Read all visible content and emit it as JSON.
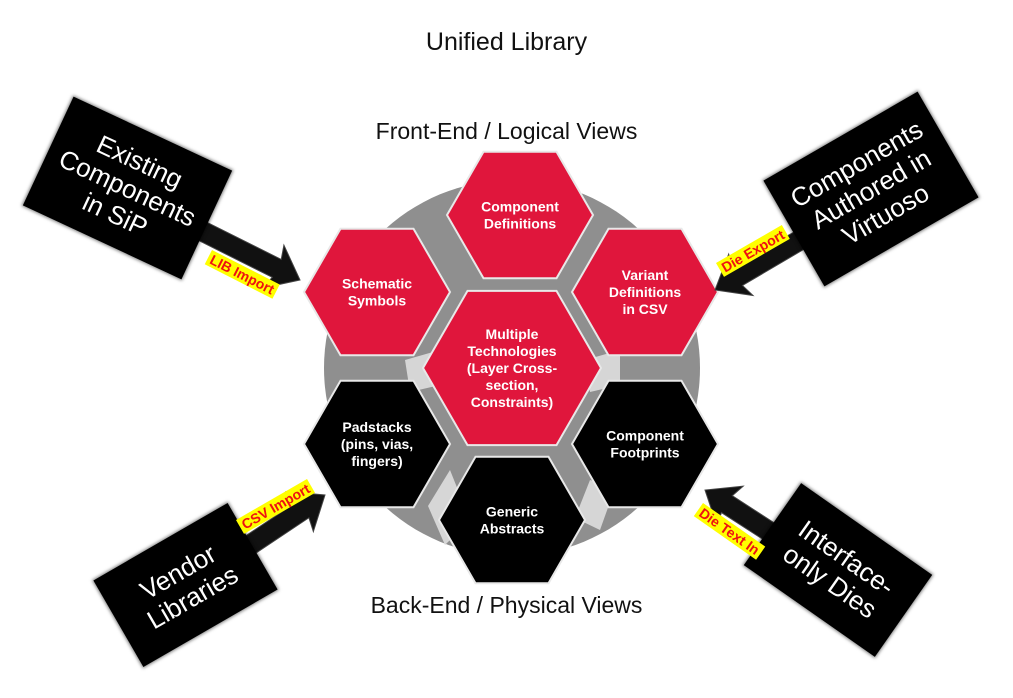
{
  "title": "Unified Library",
  "front_end_label": "Front-End / Logical Views",
  "back_end_label": "Back-End / Physical Views",
  "colors": {
    "logical_hex": "#e0163c",
    "physical_hex": "#000000",
    "ring_dark": "#8f8f8f",
    "ring_light": "#d6d6d6",
    "tag_bg": "#ffff00",
    "tag_text": "#ee1111"
  },
  "hexagons": [
    {
      "id": "component-definitions",
      "group": "logical",
      "lines": [
        "Component",
        "Definitions"
      ]
    },
    {
      "id": "schematic-symbols",
      "group": "logical",
      "lines": [
        "Schematic",
        "Symbols"
      ]
    },
    {
      "id": "variant-definitions",
      "group": "logical",
      "lines": [
        "Variant",
        "Definitions",
        "in CSV"
      ]
    },
    {
      "id": "multiple-technologies",
      "group": "logical",
      "lines": [
        "Multiple",
        "Technologies",
        "(Layer Cross-",
        "section,",
        "Constraints)"
      ]
    },
    {
      "id": "padstacks",
      "group": "physical",
      "lines": [
        "Padstacks",
        "(pins, vias,",
        "fingers)"
      ]
    },
    {
      "id": "component-footprints",
      "group": "physical",
      "lines": [
        "Component",
        "Footprints"
      ]
    },
    {
      "id": "generic-abstracts",
      "group": "physical",
      "lines": [
        "Generic",
        "Abstracts"
      ]
    }
  ],
  "sources": [
    {
      "id": "existing-components",
      "lines": [
        "Existing",
        "Components",
        "in SiP"
      ],
      "arrow_label": "LIB Import"
    },
    {
      "id": "virtuoso-components",
      "lines": [
        "Components",
        "Authored in",
        "Virtuoso"
      ],
      "arrow_label": "Die Export"
    },
    {
      "id": "vendor-libraries",
      "lines": [
        "Vendor",
        "Libraries"
      ],
      "arrow_label": "CSV Import"
    },
    {
      "id": "interface-only-dies",
      "lines": [
        "Interface-",
        "only Dies"
      ],
      "arrow_label": "Die Text In"
    }
  ]
}
